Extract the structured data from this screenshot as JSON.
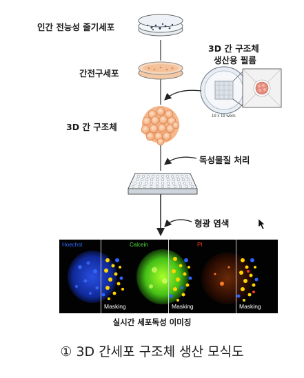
{
  "steps": {
    "stem_cells": "인간 전능성 줄기세포",
    "hepatocytes": "간전구세포",
    "liver_organoid": "3D 간 구조체"
  },
  "film": {
    "line1": "3D 간 구조체",
    "line2": "생산용 필름",
    "wells": "19 x 19 wells"
  },
  "treatments": {
    "toxicant": "독성물질 처리",
    "staining": "형광 염색"
  },
  "imaging": {
    "panels": [
      {
        "name": "Hoechst",
        "name_color": "#2f6bff",
        "mask": "Masking"
      },
      {
        "name": "Calcein",
        "name_color": "#55e040",
        "mask": "Masking"
      },
      {
        "name": "PI",
        "name_color": "#ff3a20",
        "mask": "Masking"
      }
    ],
    "caption": "실시간 세포독성 이미징"
  },
  "figure_title": "① 3D 간세포 구조체 생산 모식도"
}
